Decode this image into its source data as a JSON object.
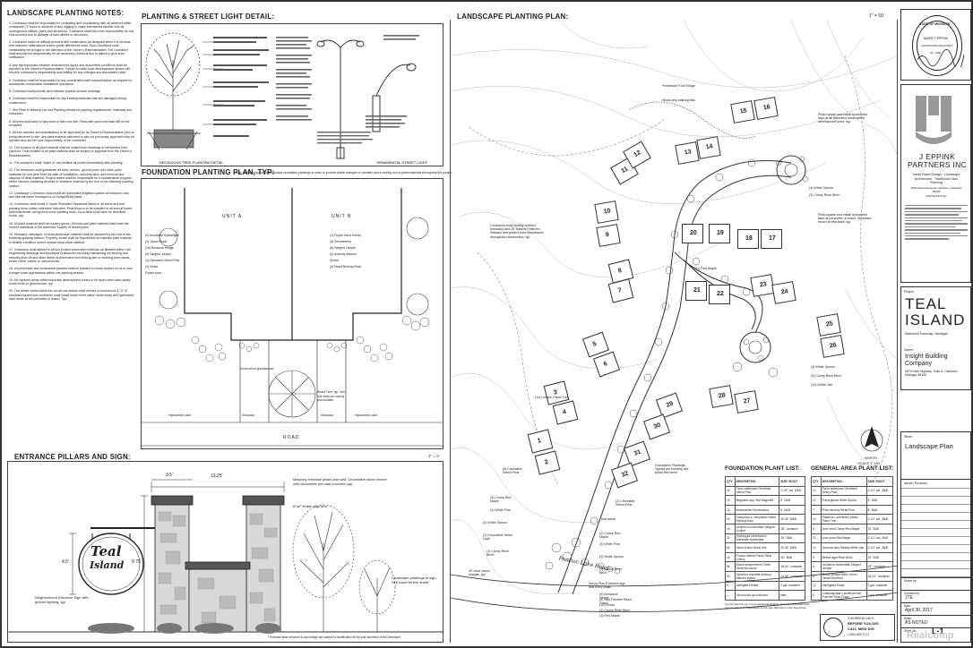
{
  "landscape_notes": {
    "title": "LANDSCAPE PLANTING NOTES:",
    "items": [
      "1. Contractor shall be responsible for contacting and coordinating with all pertinent utility companies 72 hours in advance of any digging to make themselves familiar with all underground utilities, pipes and structures. Contractor shall take sole responsibility for any cost incurred due to damage of said utilities or structures.",
      "2. Contractor shall not willfully proceed with construction as designed when it is obvious that unknown obstructions and/or grade differences exist. Such conditions shall immediately be brought to the attention of the Owner's Representative. The contractor shall assume full responsibility for all necessary revisions due to failure to give such notification.",
      "3. Any discrepancies between dimensioned layout and actual field conditions shall be reported to the Owner's Representative. Failure to make such discrepancies known will result in contractor's responsibility and liability for any changes and associated costs.",
      "4. Contractor shall be responsible for any coordination with subcontractors as required to accomplish construction installation operations.",
      "5. Contractor shall provide and maintain positive surface drainage.",
      "6. Contractor shall be responsible for any existing materials that are damaged during construction.",
      "7. See Plant & Material List and Planting Details for planting requirements, materials and execution.",
      "8. All trees shall have a clay loam or clay root ball. Trees with sand root balls will not be accepted.",
      "9. All tree varieties and substitutions to be approved by he Owner's Representative prior to being delivered to site. Any plant material delivered to site not previously approved may be rejected and are the sole responsibility of the contractor.",
      "10. The location of all plant material shall be scaled from drawings or interpreted from plant list. Final location of all plant material shall be subject to approval from the Owner's Representative.",
      "11. The contractor shall \"water in\" and fertilize all plants immediately after planting.",
      "12. The contractor shall guarantee all trees, shrubs, ground cover and other plant materials for one year from the date of installation, including labor and removal and disposal of dead material. Project owner shall be responsible for a maintenance program which includes replacing all dead or diseased material by the end of the following planting season.",
      "13. Landscape Contractor shall install an automated irrigation system at entrance road and internal street frontages on a Design/Build basis.",
      "14. Contractor shall install 3\" depth Shredded Hardwood Mulch in all shrub and tree planting beds unless otherwise indicated. Peat Moss is to be installed in all annual flower, perennial flower and ground cover planting beds. Such beds shall have no shredded mulch, typ.",
      "15. All plant material shall be nursery grown. All trees and plant material shall meet the current standards of the American Society of Nurserymen.",
      "16. Diseased, damaged, or dead landscape material shall be replaced by the end of the following growing season. Property owner shall be responsible to maintain plant material in healthy condition and/or replace dead plant material.",
      "17. Contractor shall adhere to all soil erosion prevention methods as directed within civil engineering drawings and Municipal Ordinances including maintaining silt fencing and ensuring that silt and other debris is prevented from leaving site or entering area drains, sewer inlets, creeks or natural areas.",
      "18. All perennials and ornamental grasses shall be planted on close centers so as to form a single mass appearance within one planting season.",
      "19. All unpaved areas within impacted development zones to be hydro-seed lawn areas, mulch beds or groundcover, typ.",
      "20. The center island within the cul-de-sac streets shall receive a minimum of 4\"-0\" of shredded topsoil and contractor shall install mulch trees within mulch beds and hydroseed lawn areas at the perimeter of island, Typ."
    ]
  },
  "planting_detail": {
    "title": "PLANTING & STREET LIGHT DETAIL:",
    "caption_left": "DECIDUOUS TREE PLANTING DETAIL",
    "caption_right": "ORNAMENTAL STREET LIGHT"
  },
  "foundation_plan": {
    "title": "FOUNDATION PLANTING PLAN, TYP:",
    "note": "Note: Builder may adjust landscape foundation plantings in order to provide subtle changes to varieties and a healthy mix of plant materials throughout the project.",
    "unit_a": "UNIT A",
    "unit_b": "UNIT B",
    "road": "ROAD",
    "labels_left": [
      "(2) Annabelle Hydrangea",
      "(3) Tanus Hicksi",
      "(16) Boxwood Hedge",
      "(9) Sargent Juniper",
      "(1) Cleveland Select Pear",
      "(2) Hosta",
      "Flower Area"
    ],
    "labels_right": [
      "(1) Purple Sand Cherry",
      "(3) Serviceberry",
      "(6) Sargent Juniper",
      "(4) Anthony Waterer Spirea",
      "(3) Dwarf Burning Bush"
    ],
    "labels_bottom": [
      "Hydroseed Lawn",
      "Driveway",
      "Hydroseed Lawn",
      "Driveway",
      "Vinca minor groundcover",
      "Street Tree, typ. See this sheet for variety and location"
    ]
  },
  "entrance": {
    "title": "ENTRANCE PILLARS AND SIGN:",
    "scale": "1\" = 2'",
    "dim_top": "13.25'",
    "dim_pillar": "3.5'",
    "dim_height": "9.75'",
    "dim_sign": "4.5'",
    "sign_line1": "Teal",
    "sign_line2": "Island",
    "note_masonry": "Masonry entrance pillars and wall. Decorative stone veneer with decorative pre-cast concrete cap.",
    "note_timber": "6\"x4\" timber sign arm",
    "note_sign": "Neighborhood Entrance Sign with ground lighting, typ.",
    "note_plantings": "Landscape plantings at sign. See plant list this sheet.",
    "footnote": "* Entrance pillar structure & sign design are subject to modification at the sole discretion of the Developer."
  },
  "landscape_plan": {
    "title": "LANDSCAPE PLANTING PLAN:",
    "scale": "1\" = 50'",
    "north": "NORTH",
    "north_scale": "SCALE 1\"=50'",
    "road_name": "Pontiac Lake Road",
    "lots": [
      "1",
      "2",
      "3",
      "4",
      "5",
      "6",
      "7",
      "8",
      "9",
      "10",
      "11",
      "12",
      "13",
      "14",
      "15",
      "16",
      "17",
      "18",
      "19",
      "20",
      "21",
      "22",
      "23",
      "24",
      "25",
      "26",
      "27",
      "28",
      "29",
      "30",
      "31",
      "32"
    ],
    "callouts": [
      "Pedestrian Foot Bridge",
      "Wood chip walking trail",
      "Finish grade and install hydroseed lawn at all disturbed areas within development zone, typ.",
      "Finish grade and install hydroseed lawn at perimeter of island. Shredded mulch at tree base, typ.",
      "(4) White Spruce",
      "(3) Clump River Birch",
      "Contractor shall identify wetland boundary and 25' Natural Features Setback and protect from disturbance throughout construction, typ.",
      "(21) Red Maple",
      "(4) White Spruce",
      "(3) Clump River Birch",
      "(10) White Oak",
      "(10) London Plane Tree",
      "Foundation Plantings, Typical per building see detail this sheet",
      "(6) Cleveland Select Pear",
      "(4) Cleveland Select Pear",
      "(3) Clump Red Maple",
      "(4) White Pine",
      "(3) White Spruce",
      "(1) Decorative Street Light",
      "(1) Clump River Birch",
      "Mail kiosk",
      "(2) Clump Red Maple",
      "(3) White Pine",
      "(2) White Spruce",
      "(1) Clump River Birch",
      "25' clear vision triangle, typ.",
      "Savoy Plan Entrance sign and Entry Walls",
      "(6) Boxwood Hedge",
      "(6) Karl Foerster Reed Grass",
      "(12) Hosta",
      "(1) Clump River Birch",
      "(2) Red Maple"
    ]
  },
  "foundation_plant_list": {
    "title": "FOUNDATION PLANT LIST:",
    "headers": [
      "QTY.",
      "DESCRIPTION",
      "SIZE / ROOT"
    ],
    "rows": [
      [
        "16",
        "Pyrus calleryana Cleveland Select Pear",
        "2-1/2\" cal., B&B"
      ],
      [
        "16",
        "Magnolia, spp. Star Magnolia",
        "8', B&B"
      ],
      [
        "16",
        "Amelanchier Serviceberry",
        "8', B&B"
      ],
      [
        "24",
        "Euonymus a. compactus Dwarf Burning Bush",
        "30-36\", B&B"
      ],
      [
        "16",
        "Juniperus horizontalis Sargent Juniper",
        "18\", container"
      ],
      [
        "32",
        "Hydrangea arborescens Annabelle Hydrangea",
        "36\", B&B"
      ],
      [
        "64",
        "Taxus Hicksi Hicksi Yew",
        "30-36\", B&B"
      ],
      [
        "16",
        "Prunus cistena Purple Sand Cherry",
        "36\", B&B"
      ],
      [
        "96",
        "Buxus sempervirens Green Velvet Boxwood",
        "18-24\", container"
      ],
      [
        "32",
        "Spiraea x bumalda Anthony Waterer Spirea",
        "24-36\", container"
      ],
      [
        "5",
        "Variegated Hosta",
        "2 gal. container"
      ],
      [
        "—",
        "Vinca minor groundcover",
        "flats"
      ]
    ]
  },
  "general_plant_list": {
    "title": "GENERAL AREA PLANT LIST:",
    "headers": [
      "QTY.",
      "DESCRIPTION",
      "SIZE / ROOT"
    ],
    "rows": [
      [
        "10",
        "Pyrus calleryana Cleveland Select Pear",
        "2-1/2\" cal., B&B"
      ],
      [
        "12",
        "Picea glauca White Spruce",
        "8', B&B"
      ],
      [
        "7",
        "Pinus strobus White Pine",
        "8', B&B"
      ],
      [
        "10",
        "Platanus x acerifolia London Plane Tree",
        "2-1/2\" cal., B&B"
      ],
      [
        "5",
        "Acer rubra Clump Red Maple",
        "10', B&B"
      ],
      [
        "23",
        "Acer rubra Red Maple",
        "2-1/2\" cal., B&B"
      ],
      [
        "10",
        "Quercus alba Swamp White Oak",
        "2-1/2\" cal., B&B"
      ],
      [
        "9",
        "Betula nigra River Birch",
        "10', B&B"
      ],
      [
        "6",
        "Juniperus horizontalis Sargent Juniper",
        "18\", container"
      ],
      [
        "6",
        "Buxus sempervirens Green Velvet Boxwood",
        "18-24\", container"
      ],
      [
        "12",
        "Variegated Hosta",
        "2 gal. container"
      ],
      [
        "6",
        "Calamagrostis x acutiflora Karl Foerster Reed Grass",
        "2 gal. container"
      ]
    ]
  },
  "plan_footnote": "Typical plant list per 2 unit residential building. Development landscape plan is subject to modification at the sole discretion of the Developer.",
  "title_block": {
    "seal_top": "STATE OF MICHIGAN",
    "seal_name": "JAMES T. EPPINK",
    "seal_role": "LANDSCAPE ARCHITECT",
    "seal_no": "No. 1300",
    "firm_name": "J EPPINK PARTNERS INC",
    "firm_services": "Urban Retail Design · Landscape Architecture · Traditional Town Planning",
    "firm_address": "5000 Deshotels Road, Clarkston, Michigan 48348",
    "firm_phone": "248.922.0479 fax",
    "project_label": "Project:",
    "project_line1": "TEAL",
    "project_line2": "ISLAND",
    "project_location": "Waterford Township, Michigan",
    "owner_label": "Owner:",
    "owner_name": "Insight Building Company",
    "owner_address": "6679 Dixie Highway, Suite A, Clarkston, Michigan 48346",
    "sheet_label": "Sheet:",
    "sheet_title": "Landscape Plan",
    "issued_label": "Issued / Revisions",
    "drawn_label": "Drawn by:",
    "checked_label": "Checked by:",
    "checked_value": "JTE",
    "date_label": "Date:",
    "date_value": "April 30, 2017",
    "scale_label": "Scale:",
    "scale_value": "AS NOTED",
    "sheet_no_label": "Sheet No:",
    "sheet_no": "L-1"
  },
  "miss_dig": {
    "line1": "3 WORKING DAYS",
    "line2": "BEFORE YOU DIG",
    "line3": "CALL MISS DIG",
    "line4": "1-800-482-7171"
  },
  "watermark": "Realcomp"
}
